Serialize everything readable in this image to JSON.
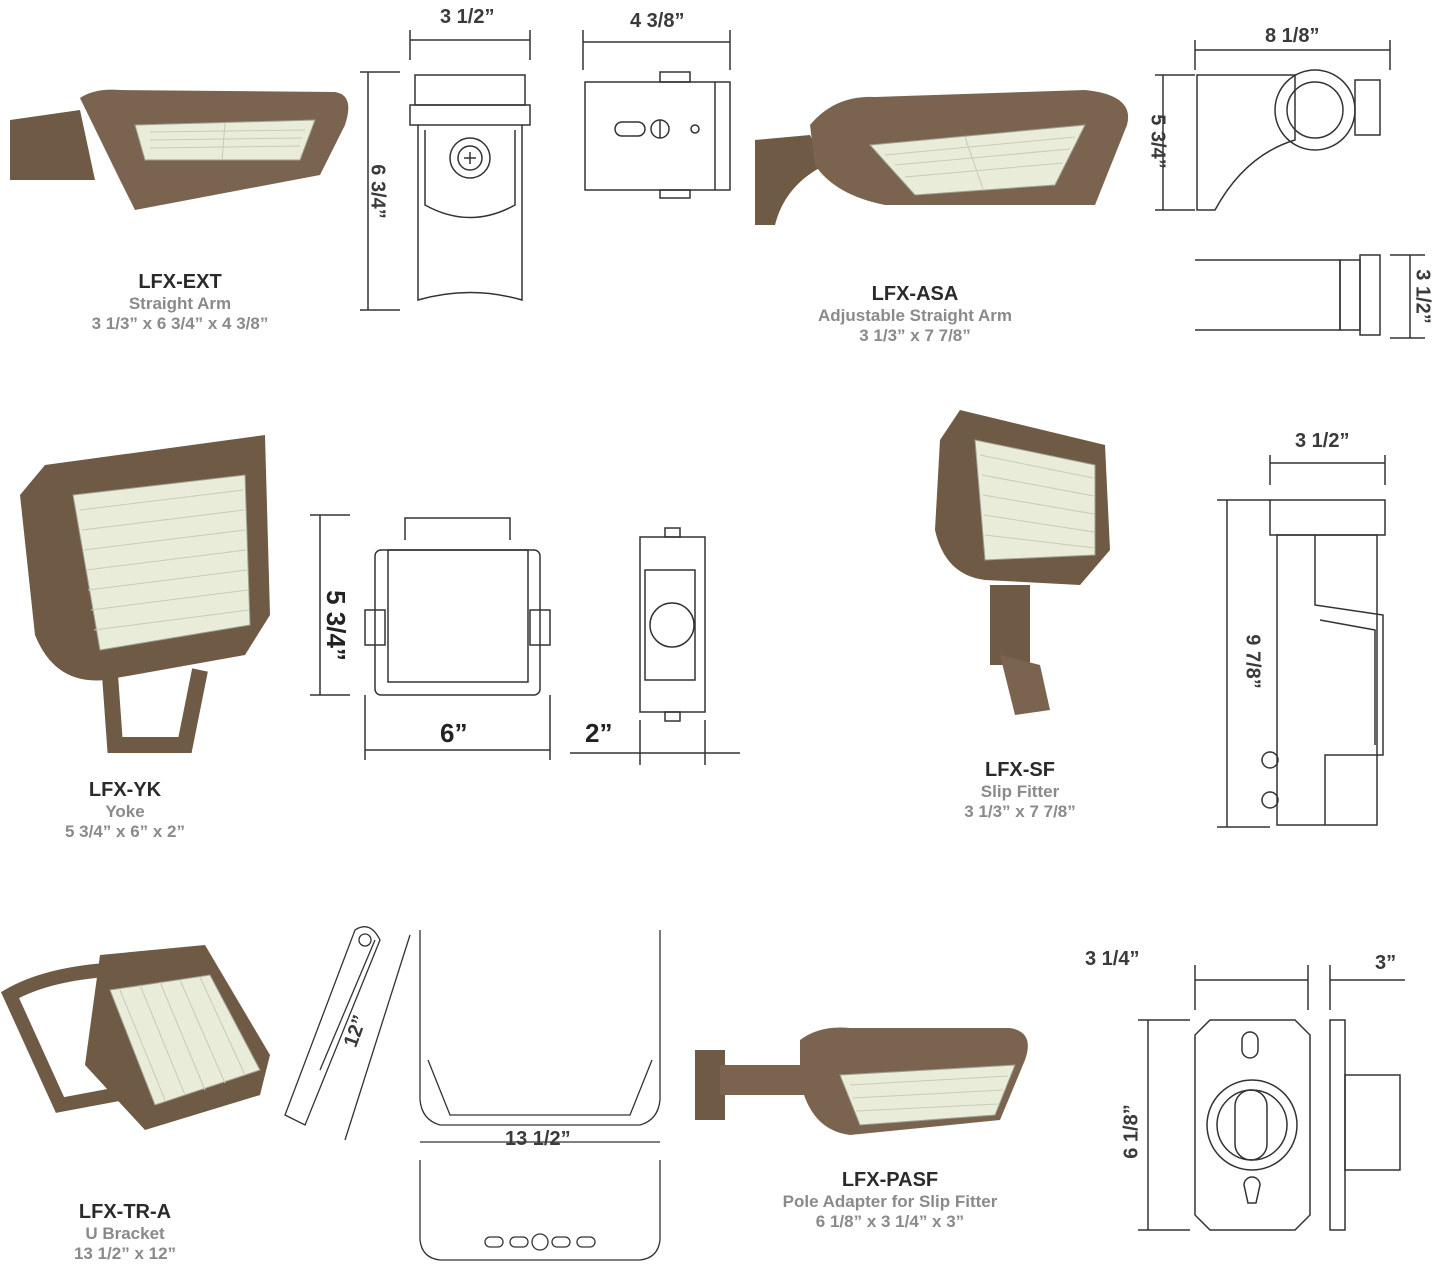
{
  "products": [
    {
      "model": "LFX-EXT",
      "type": "Straight Arm",
      "size": "3 1/3” x 6 3/4” x 4 3/8”"
    },
    {
      "model": "LFX-ASA",
      "type": "Adjustable Straight Arm",
      "size": "3 1/3” x 7 7/8”"
    },
    {
      "model": "LFX-YK",
      "type": "Yoke",
      "size": "5 3/4” x 6” x 2”"
    },
    {
      "model": "LFX-SF",
      "type": "Slip Fitter",
      "size": "3 1/3” x 7 7/8”"
    },
    {
      "model": "LFX-TR-A",
      "type": "U Bracket",
      "size": "13 1/2” x 12”"
    },
    {
      "model": "LFX-PASF",
      "type": "Pole Adapter for Slip Fitter",
      "size": "6 1/8” x 3 1/4” x 3”"
    }
  ],
  "dims": {
    "ext_width": "3 1/2”",
    "ext_depth": "4 3/8”",
    "ext_height": "6 3/4”",
    "asa_width": "8 1/8”",
    "asa_height": "5 3/4”",
    "asa_depth": "3 1/2”",
    "yk_height": "5 3/4”",
    "yk_width": "6”",
    "yk_depth": "2”",
    "sf_width": "3 1/2”",
    "sf_height": "9 7/8”",
    "tr_length": "12”",
    "tr_width": "13 1/2”",
    "pasf_width": "3 1/4”",
    "pasf_depth": "3”",
    "pasf_height": "6 1/8”"
  },
  "colors": {
    "fixture_bronze": "#6f5a45",
    "led_panel": "#e8ecd8",
    "line": "#333333"
  }
}
